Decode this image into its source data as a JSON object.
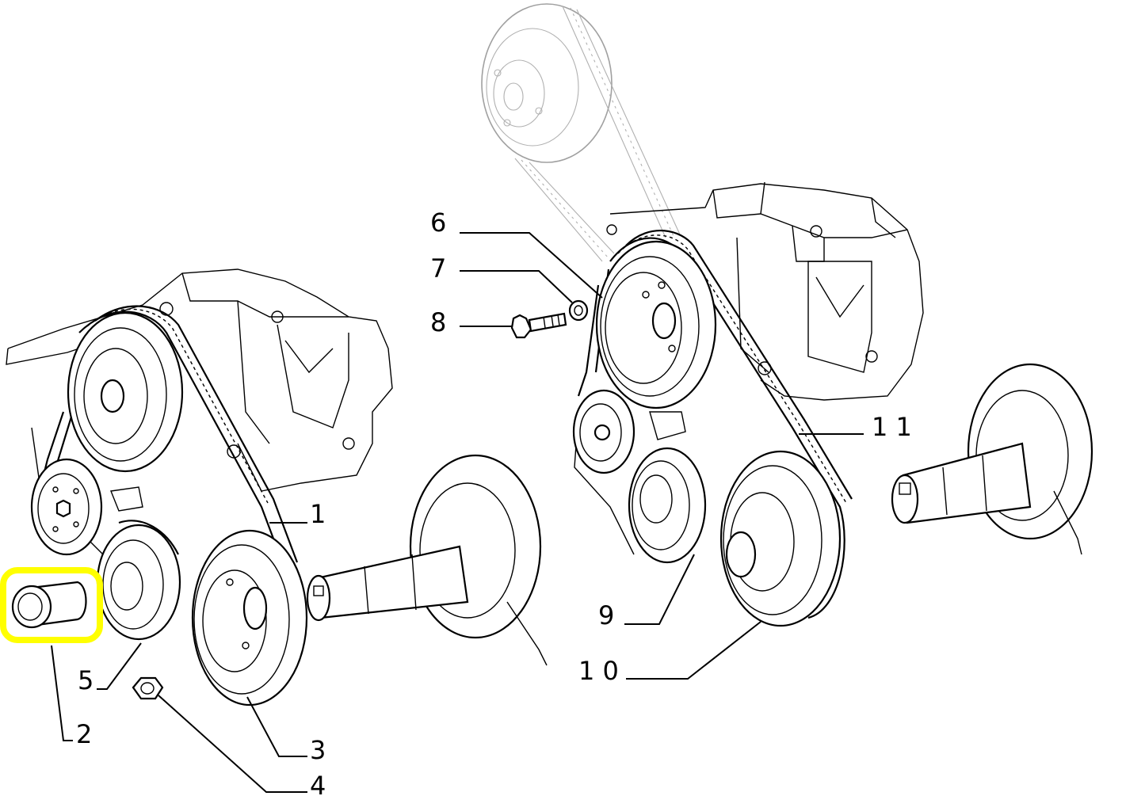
{
  "diagram": {
    "callouts": [
      {
        "id": "1",
        "label": "1"
      },
      {
        "id": "2",
        "label": "2"
      },
      {
        "id": "3",
        "label": "3"
      },
      {
        "id": "4",
        "label": "4"
      },
      {
        "id": "5",
        "label": "5"
      },
      {
        "id": "6",
        "label": "6"
      },
      {
        "id": "7",
        "label": "7"
      },
      {
        "id": "8",
        "label": "8"
      },
      {
        "id": "9",
        "label": "9"
      },
      {
        "id": "10",
        "label": "1 0"
      },
      {
        "id": "11",
        "label": "1 1"
      }
    ],
    "highlighted_part": "2",
    "highlight_color": "#FFFF00",
    "line_color": "#000000",
    "ghost_color": "#A0A0A0"
  }
}
